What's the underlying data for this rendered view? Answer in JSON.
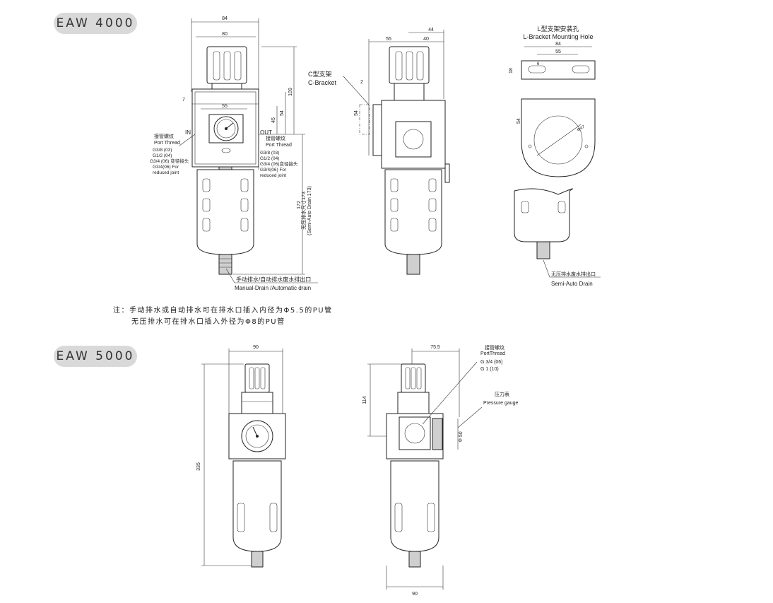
{
  "sections": {
    "top_model": "EAW 4000",
    "bottom_model": "EAW 5000"
  },
  "notes": {
    "line1": "注：手动排水或自动排水可在排水口插入内径为Φ5.5的PU管",
    "line2": "无压排水可在排水口插入外径为Φ8的PU管"
  },
  "eaw4000_front": {
    "dim_width_outer": "84",
    "dim_width_inner": "80",
    "dim_ports": "55",
    "dim_small": "7",
    "dim_height_top": "109",
    "dim_gauge": "54",
    "dim_center": "45",
    "dim_total": "172",
    "label_in": "IN",
    "label_out": "OUT",
    "port_thread_cn_left": "接管螺纹",
    "port_thread_en_left": "Port Thread",
    "port_left_1": "G3/8 (03)",
    "port_left_2": "G1/2 (04)",
    "port_left_3": "G3/4 (06) 变径接头",
    "port_left_4": "G3/4(06) For",
    "port_left_5": "reduced joint",
    "port_thread_cn_right": "接管螺纹",
    "port_thread_en_right": "Port Thread",
    "port_right_1": "G3/8 (03)",
    "port_right_2": "G1/2 (04)",
    "port_right_3": "G3/4 (06)变径接头",
    "port_right_4": "G3/4(06) For",
    "port_right_5": "reduced joint",
    "semi_auto_cn": "无压排水尺寸173",
    "semi_auto_en": "(Semi-Auto Drain 173)",
    "drain_cn": "手动排水/自动排水废水排出口",
    "drain_en": "Manual-Drain /Automatic drain"
  },
  "eaw4000_side": {
    "dim_44": "44",
    "dim_55": "55",
    "dim_40": "40",
    "dim_2": "2",
    "dim_54": "54",
    "c_bracket_cn": "C型支架",
    "c_bracket_en": "C-Bracket"
  },
  "l_bracket": {
    "title_cn": "L型支架安装孔",
    "title_en": "L-Bracket Mounting Hole",
    "dim_84": "84",
    "dim_55": "55",
    "dim_18": "18",
    "dim_6": "6",
    "dim_54": "54",
    "dim_hole": "Φ47",
    "drain_cn": "无压排水废水排出口",
    "drain_en": "Semi-Auto Drain"
  },
  "eaw5000_front": {
    "dim_width": "90",
    "dim_height": "335"
  },
  "eaw5000_side": {
    "dim_top": "75.5",
    "dim_height": "114",
    "dim_bottom": "90",
    "dim_gauge": "Φ 50",
    "port_thread_cn": "接管螺纹",
    "port_thread_en": "PortThread",
    "port_1": "G 3/4 (06)",
    "port_2": "G 1 (10)",
    "gauge_cn": "压力表",
    "gauge_en": "Pressure gauge"
  }
}
